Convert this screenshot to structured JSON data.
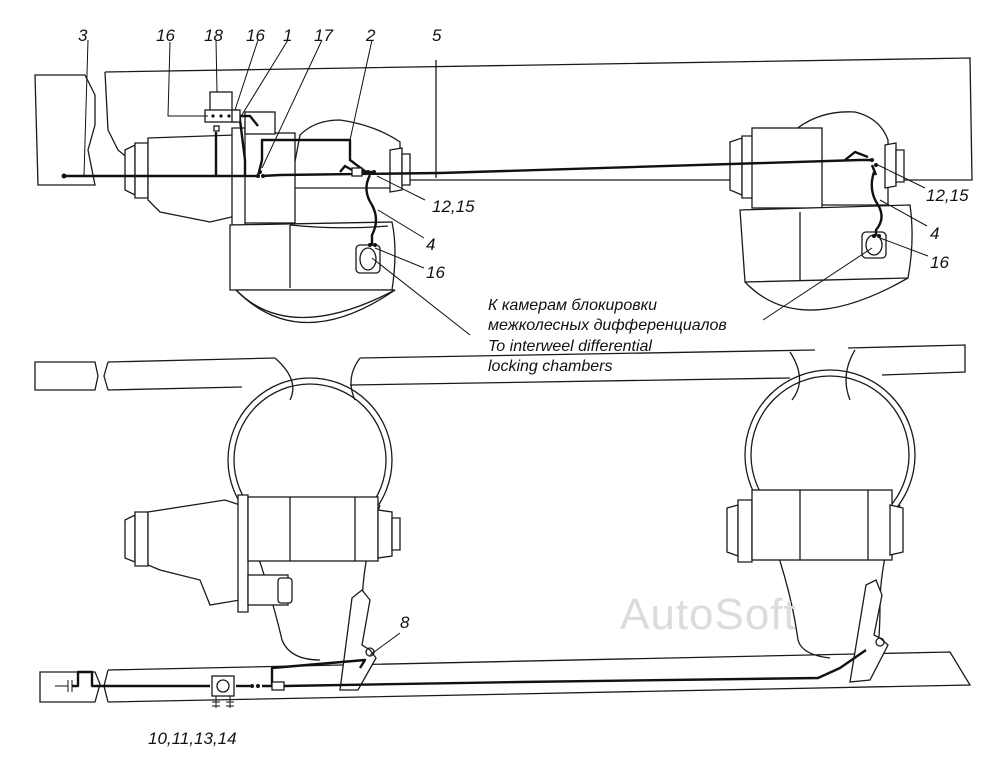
{
  "callouts": {
    "n3": "3",
    "n16a": "16",
    "n18": "18",
    "n16b": "16",
    "n1": "1",
    "n17": "17",
    "n2": "2",
    "n5": "5",
    "n12_15a": "12,15",
    "n4a": "4",
    "n16c": "16",
    "n12_15b": "12,15",
    "n4b": "4",
    "n16d": "16",
    "n8": "8",
    "n10_14": "10,11,13,14"
  },
  "caption": {
    "ru_line1": "К камерам блокировки",
    "ru_line2": "межколесных дифференциалов",
    "en_line1": "To interweel differential",
    "en_line2": "locking chambers"
  },
  "watermark": "AutoSoft"
}
